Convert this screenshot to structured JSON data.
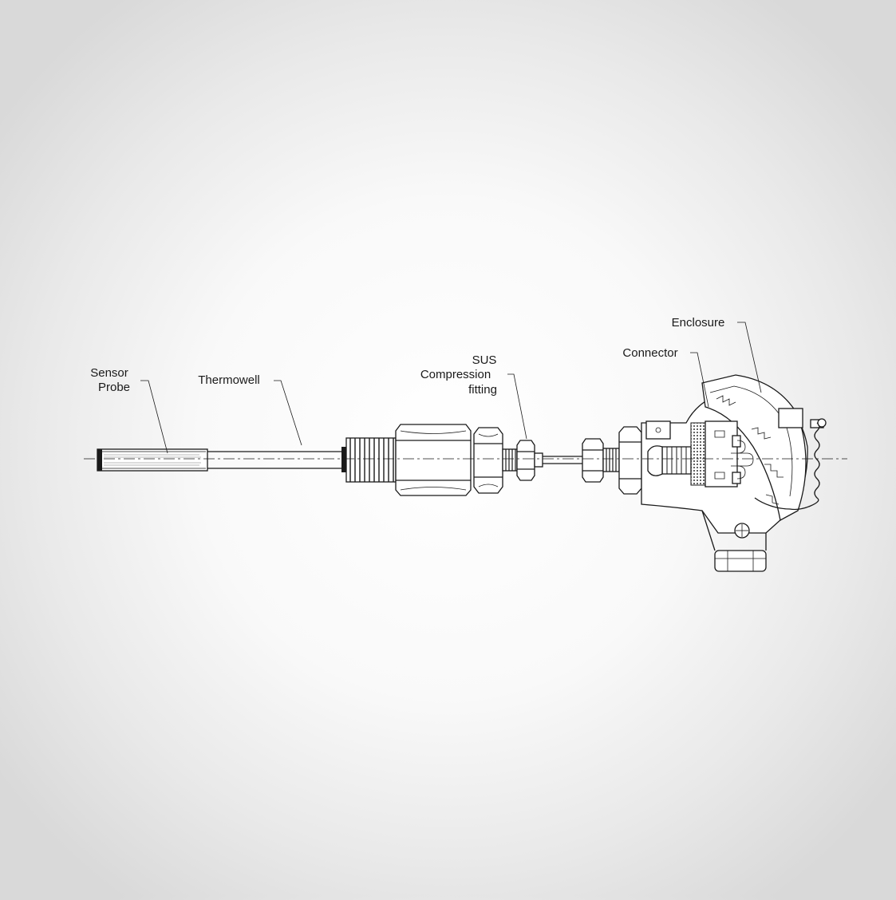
{
  "labels": {
    "sensor_probe": [
      "Sensor",
      "Probe"
    ],
    "thermowell": "Thermowell",
    "compression_fitting": [
      "SUS",
      "Compression",
      "fitting"
    ],
    "connector": "Connector",
    "enclosure": "Enclosure"
  }
}
